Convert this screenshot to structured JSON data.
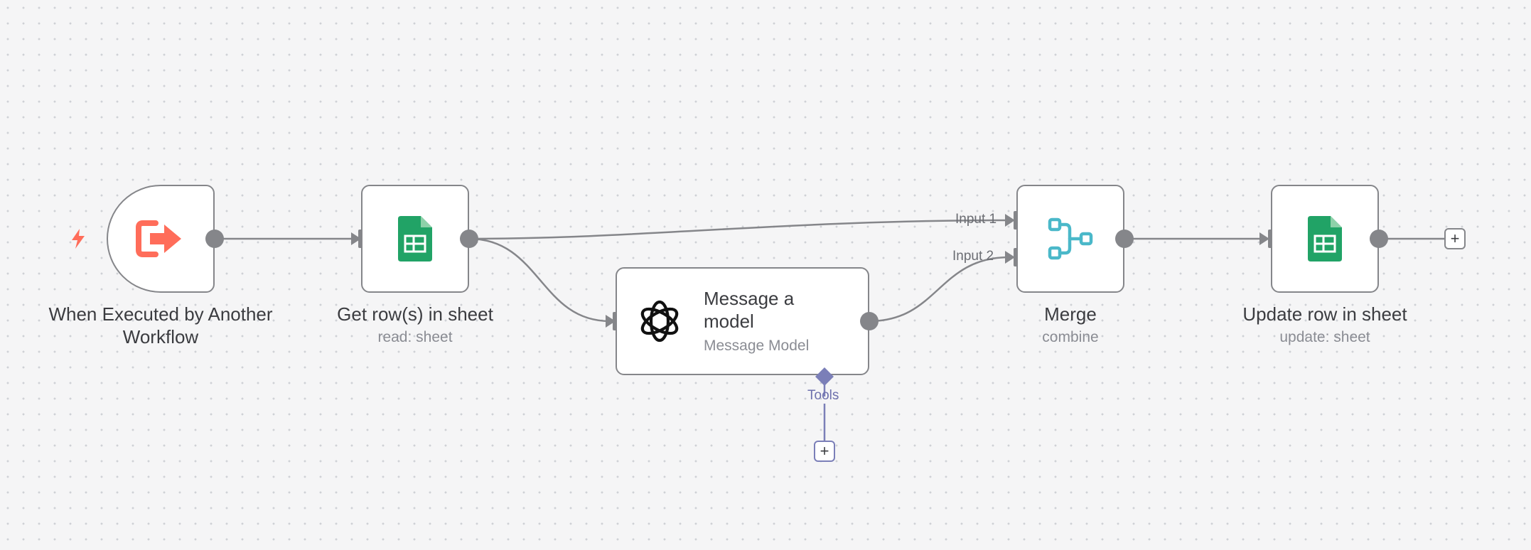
{
  "canvas": {
    "title": "n8n workflow editor",
    "background": "#f5f5f6",
    "edge_color": "#85868a",
    "tool_color": "#7b7fb8"
  },
  "nodes": [
    {
      "id": "trigger",
      "title": "When Executed by Another Workflow",
      "subtitle": "",
      "icon": "workflow-exit-icon",
      "color": "#ff6d5a"
    },
    {
      "id": "get_rows",
      "title": "Get row(s) in sheet",
      "subtitle": "read: sheet",
      "icon": "google-sheets-icon",
      "color": "#21a366"
    },
    {
      "id": "message_model",
      "title": "Message a model",
      "subtitle": "Message Model",
      "icon": "openai-icon",
      "color": "#000000"
    },
    {
      "id": "merge",
      "title": "Merge",
      "subtitle": "combine",
      "icon": "merge-icon",
      "color": "#4ab8c9"
    },
    {
      "id": "update_row",
      "title": "Update row in sheet",
      "subtitle": "update: sheet",
      "icon": "google-sheets-icon",
      "color": "#21a366"
    }
  ],
  "merge_inputs": [
    "Input 1",
    "Input 2"
  ],
  "tools_label": "Tools",
  "add_symbol": "+"
}
